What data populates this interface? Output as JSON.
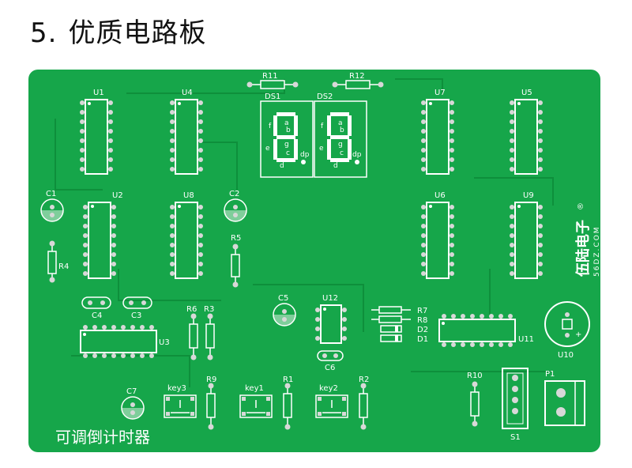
{
  "heading": {
    "number": "5.",
    "title": "优质电路板"
  },
  "colors": {
    "board": "#16a64a",
    "copper": "#0e8f3b",
    "silk": "#ffffff",
    "pad": "#d8d8d8"
  },
  "board": {
    "caption": "可调倒计时器",
    "brand": {
      "name": "伍陆电子",
      "web": "56DZ.COM",
      "mark": "®"
    },
    "chips": {
      "U1": "U1",
      "U4": "U4",
      "U2": "U2",
      "U8": "U8",
      "U7": "U7",
      "U5": "U5",
      "U6": "U6",
      "U9": "U9",
      "U3": "U3",
      "U11": "U11",
      "U12": "U12"
    },
    "resistors": {
      "R11": "R11",
      "R12": "R12",
      "R4": "R4",
      "R5": "R5",
      "R6": "R6",
      "R3": "R3",
      "R9": "R9",
      "R1": "R1",
      "R2": "R2",
      "R10": "R10",
      "R7": "R7",
      "R8": "R8"
    },
    "diodes": {
      "D1": "D1",
      "D2": "D2"
    },
    "caps": {
      "C1": "C1",
      "C2": "C2",
      "C3": "C3",
      "C4": "C4",
      "C5": "C5",
      "C6": "C6",
      "C7": "C7"
    },
    "displays": {
      "DS1": "DS1",
      "DS2": "DS2"
    },
    "segments": {
      "a": "a",
      "b": "b",
      "c": "c",
      "d": "d",
      "e": "e",
      "f": "f",
      "g": "g",
      "dp": "dp"
    },
    "keys": {
      "key1": "key1",
      "key2": "key2",
      "key3": "key3"
    },
    "misc": {
      "U10": "U10",
      "P1": "P1",
      "S1": "S1",
      "plus": "+"
    }
  }
}
